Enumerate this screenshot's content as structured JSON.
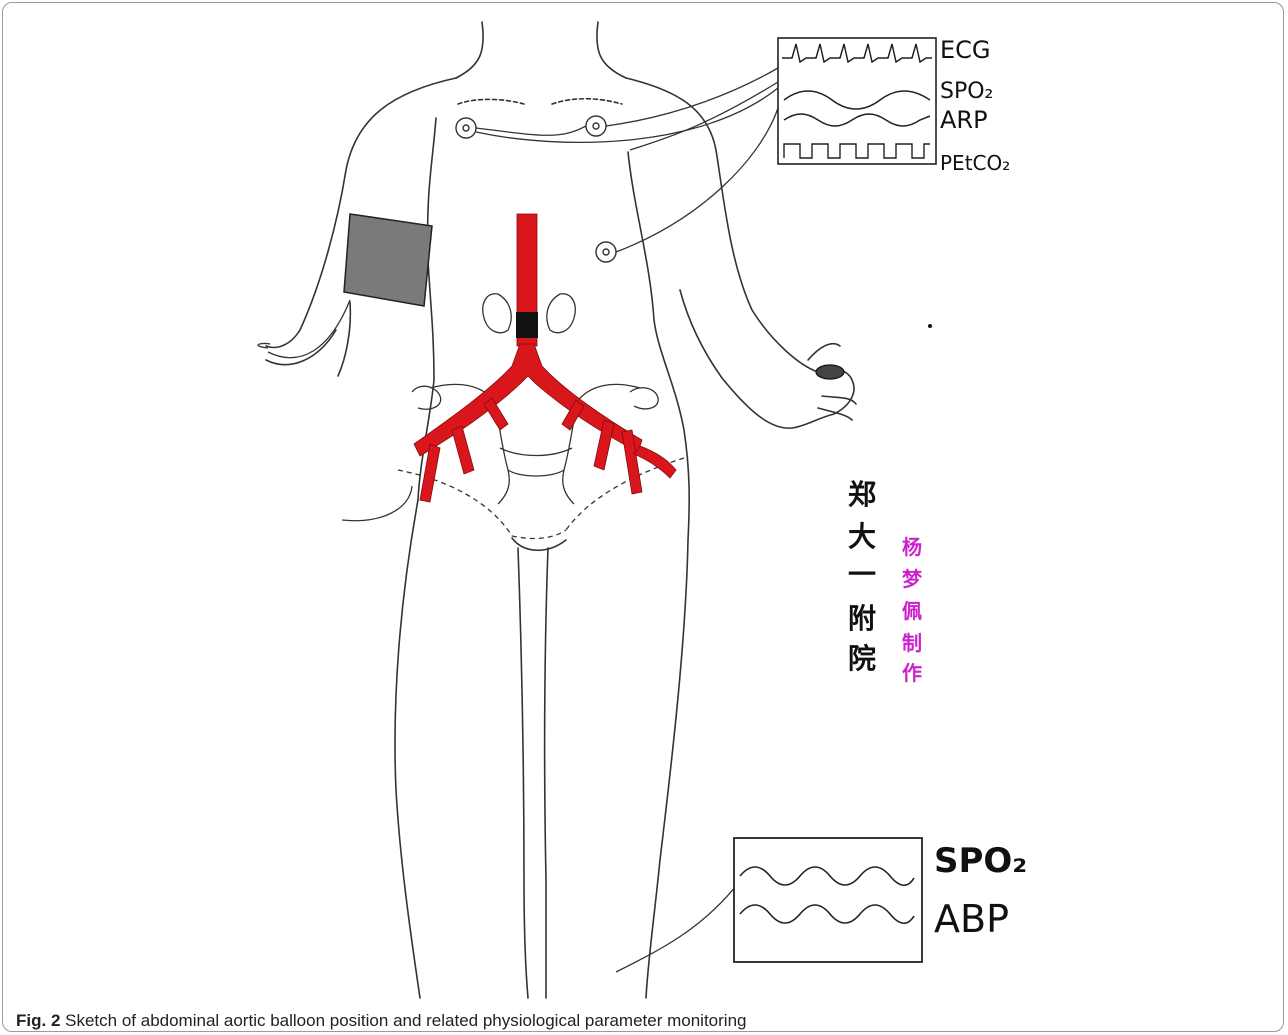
{
  "figure": {
    "label": "Fig. 2",
    "caption": "Sketch of abdominal aortic balloon position and related physiological parameter monitoring"
  },
  "upper_monitor": {
    "labels": [
      "ECG",
      "SPO₂",
      "ARP",
      "PEtCO₂"
    ]
  },
  "lower_monitor": {
    "labels": [
      "SPO₂",
      "ABP"
    ]
  },
  "annotations": {
    "institution": [
      "郑",
      "大",
      "一",
      "附",
      "院"
    ],
    "author": [
      "杨",
      "梦",
      "佩",
      "制",
      "作"
    ]
  },
  "colors": {
    "aorta": "#d8161b",
    "balloon": "#111111",
    "cuff": "#7a7a7a",
    "author_text": "#cc22cc",
    "line": "#333333"
  },
  "icons": [
    "bp-cuff-icon",
    "ecg-electrode-icon",
    "pulse-oximeter-icon"
  ]
}
